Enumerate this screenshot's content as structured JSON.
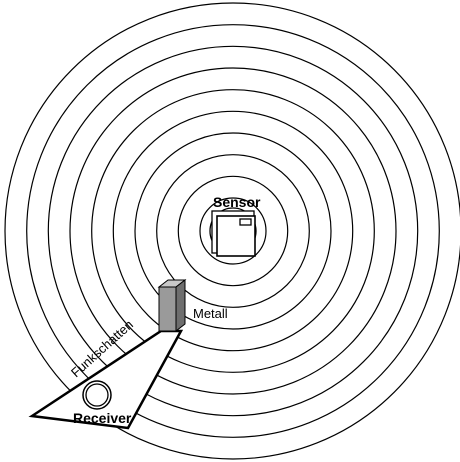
{
  "diagram": {
    "labels": {
      "sensor": "Sensor",
      "metal": "Metall",
      "shadow": "Funkschatten",
      "receiver": "Receiver"
    },
    "rings": 10,
    "colors": {
      "stroke": "#000000",
      "background": "#ffffff",
      "metal_front": "#9a9a9a",
      "metal_side": "#6e6e6e",
      "metal_top": "#c8c8c8"
    }
  }
}
